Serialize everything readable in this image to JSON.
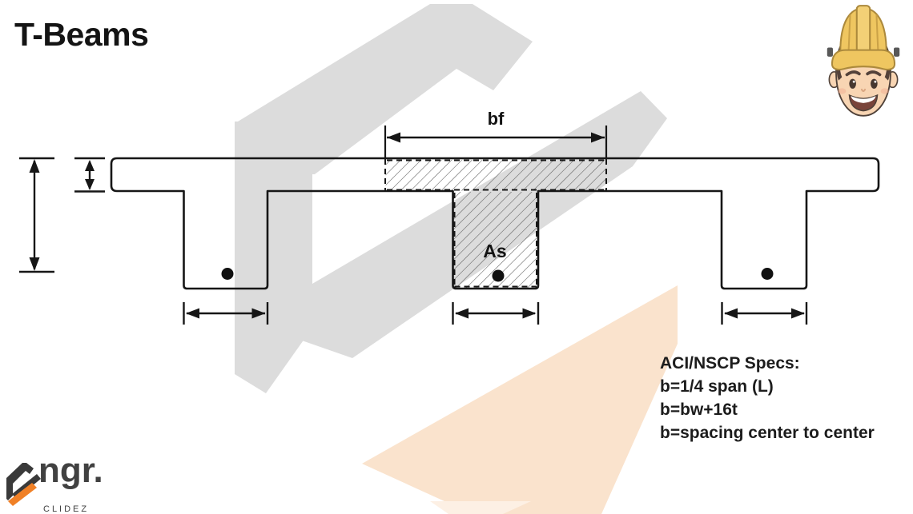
{
  "title": "T-Beams",
  "diagram": {
    "flange_width_label": "bf",
    "steel_area_label": "As"
  },
  "specs": {
    "heading": "ACI/NSCP Specs:",
    "lines": [
      "b=1/4 span (L)",
      "b=bw+16t",
      "b=spacing center to center"
    ]
  },
  "logo": {
    "brand": "ngr.",
    "subtext": "CLIDEZ"
  },
  "colors": {
    "ink": "#161616",
    "watermark_gray": "#dcdcdc",
    "band_peach": "#fae3cd",
    "accent_orange": "#f08026",
    "hat_yellow": "#eec253"
  }
}
